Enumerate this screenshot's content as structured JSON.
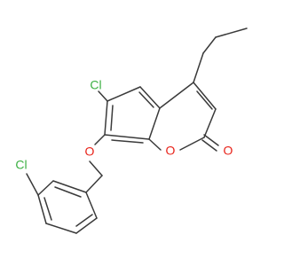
{
  "molecule": {
    "colors": {
      "bond": "#3a3a3a",
      "chlorine": "#3cb043",
      "oxygen": "#e8231a"
    },
    "labels": {
      "cl_ring": "Cl",
      "cl_benzyl": "Cl",
      "o_ether": "O",
      "o_ring": "O",
      "o_carbonyl": "O"
    }
  }
}
